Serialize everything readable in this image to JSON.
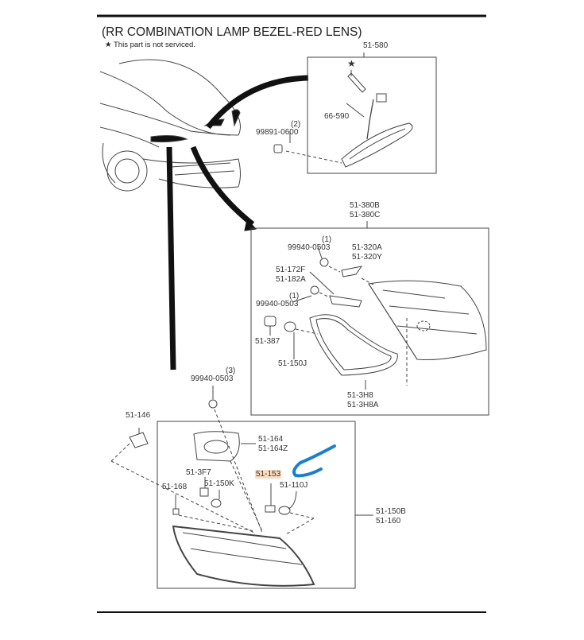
{
  "title": "(RR COMBINATION LAMP BEZEL-RED LENS)",
  "note": {
    "symbol": "★",
    "text": "This part is not serviced."
  },
  "annotation_color": "#1a7fd0",
  "highlight_color": "#fbdcc0",
  "groups": {
    "high_mount": {
      "label": "51-580",
      "star": "★",
      "wire": "66-590",
      "nut_qty": "(2)",
      "nut": "99891-0600"
    },
    "inner_lamp": {
      "label_1": "51-380B",
      "label_2": "51-380C",
      "nut_a_qty": "(1)",
      "nut_a": "99940-0503",
      "reflector_1": "51-320A",
      "reflector_2": "51-320Y",
      "bracket_1": "51-172F",
      "bracket_2": "51-182A",
      "nut_b_qty": "(1)",
      "nut_b": "99940-0503",
      "socket": "51-387",
      "bulb": "51-150J",
      "gasket_1": "51-3H8",
      "gasket_2": "51-3H8A"
    },
    "outer_lamp": {
      "nut_qty": "(3)",
      "nut": "99940-0503",
      "clip": "51-146",
      "gasket_1": "51-164",
      "gasket_2": "51-164Z",
      "socket_a": "51-153",
      "bulb_a": "51-110J",
      "socket_b": "51-3F7",
      "bulb_b": "51-150K",
      "retainer": "51-168",
      "label_1": "51-150B",
      "label_2": "51-160"
    }
  }
}
